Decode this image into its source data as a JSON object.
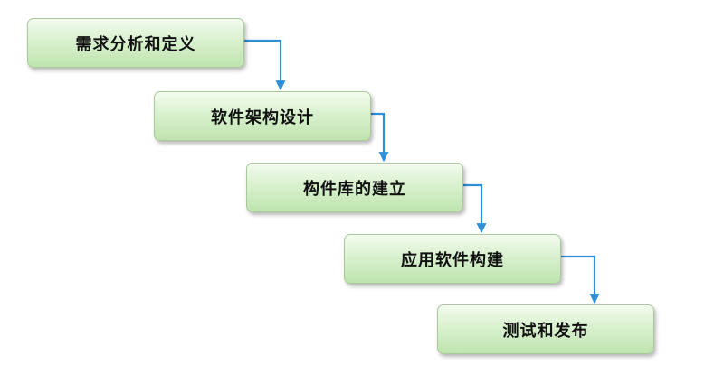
{
  "flow": {
    "stages": [
      {
        "label": "需求分析和定义"
      },
      {
        "label": "软件架构设计"
      },
      {
        "label": "构件库的建立"
      },
      {
        "label": "应用软件构建"
      },
      {
        "label": "测试和发布"
      }
    ]
  },
  "colors": {
    "box_fill_top": "#f3fbee",
    "box_fill_bottom": "#bfe4af",
    "box_border": "#a9c99c",
    "arrow": "#2f8fd8",
    "text": "#111111"
  }
}
